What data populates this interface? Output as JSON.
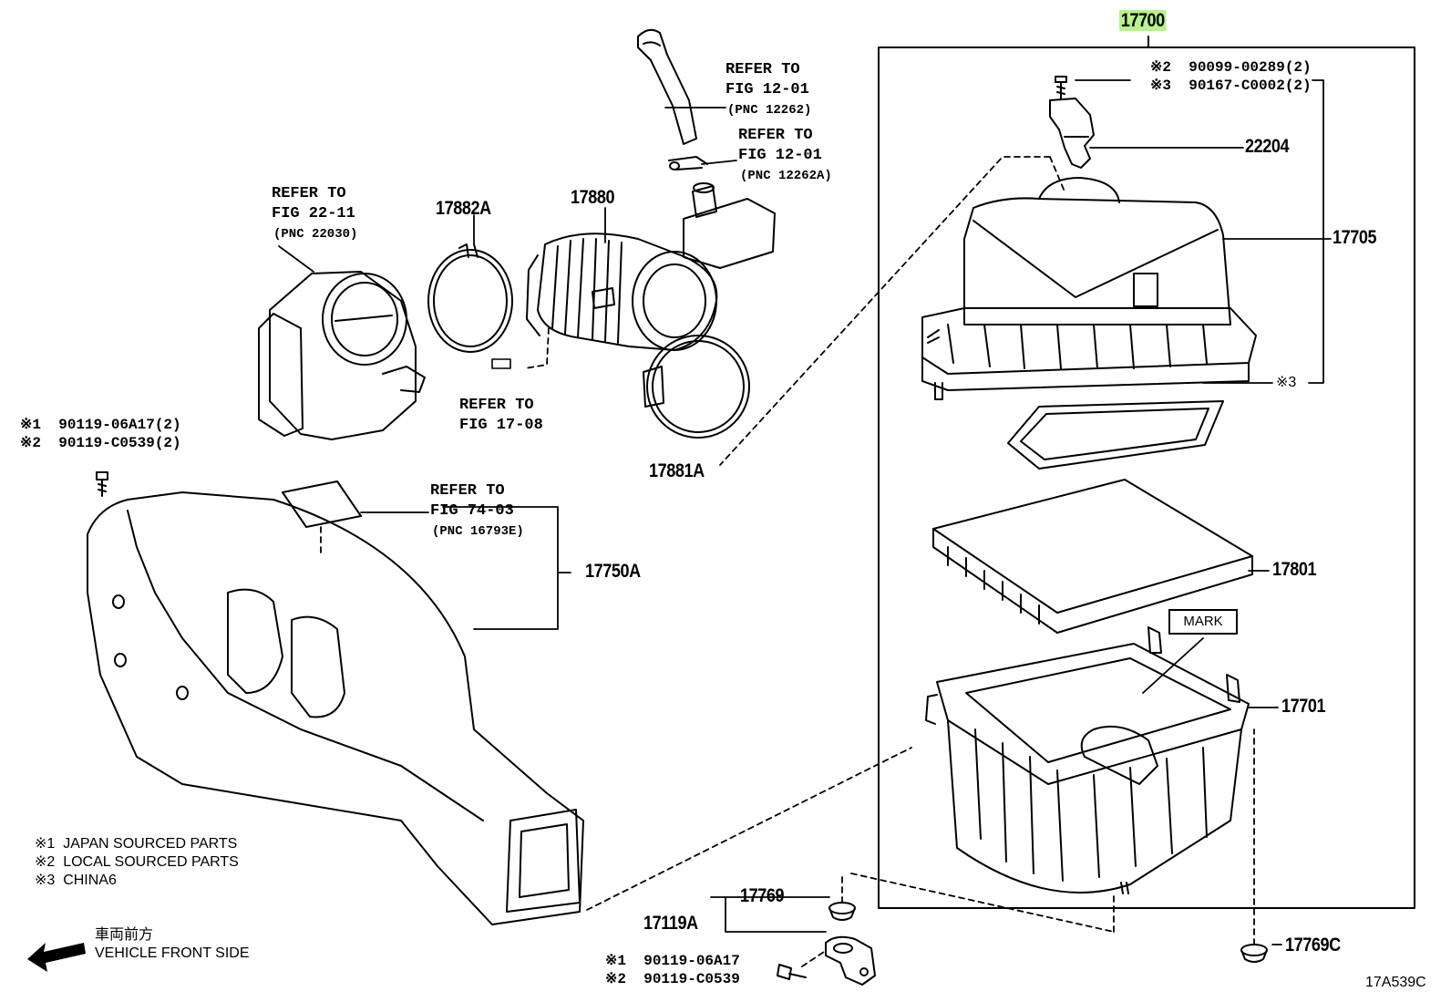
{
  "assembly_label": "17700",
  "callouts": {
    "c17705": "17705",
    "c22204": "22204",
    "c17801": "17801",
    "c17701": "17701",
    "c17769C": "17769C",
    "c17769": "17769",
    "c17119A": "17119A",
    "c17880": "17880",
    "c17882A": "17882A",
    "c17881A": "17881A",
    "c17750A": "17750A",
    "note3": "※3"
  },
  "refs": {
    "r1": [
      "REFER TO",
      "FIG 12-01",
      "(PNC 12262)"
    ],
    "r2": [
      "REFER TO",
      "FIG 12-01",
      "(PNC 12262A)"
    ],
    "r3": [
      "REFER TO",
      "FIG 22-11",
      "(PNC 22030)"
    ],
    "r4": [
      "REFER TO",
      "FIG 17-08"
    ],
    "r5": [
      "REFER TO",
      "FIG 74-03",
      "(PNC 16793E)"
    ]
  },
  "bolts": {
    "top_right": [
      "※2  90099-00289(2)",
      "※3  90167-C0002(2)"
    ],
    "left": [
      "※1  90119-06A17(2)",
      "※2  90119-C0539(2)"
    ],
    "bottom": [
      "※1  90119-06A17",
      "※2  90119-C0539"
    ]
  },
  "mark_label": "MARK",
  "legend": [
    "※1  JAPAN SOURCED PARTS",
    "※2  LOCAL SOURCED PARTS",
    "※3  CHINA6"
  ],
  "direction": {
    "jp": "車両前方",
    "en": "VEHICLE FRONT SIDE"
  },
  "figure_code": "17A539C",
  "colors": {
    "ink": "#000000",
    "highlight": "#b8f28a"
  }
}
